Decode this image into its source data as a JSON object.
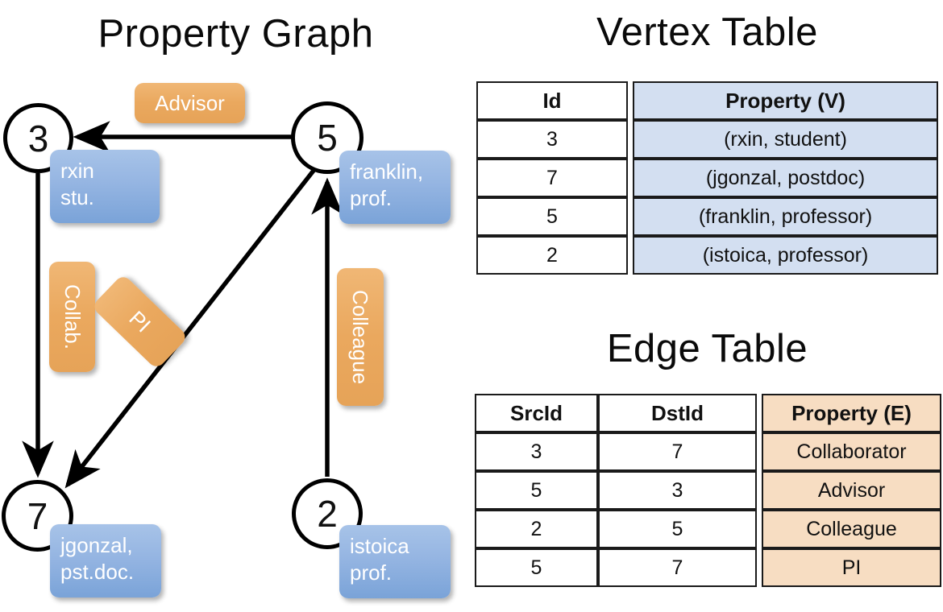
{
  "titles": {
    "property_graph": "Property Graph",
    "vertex_table": "Vertex Table",
    "edge_table": "Edge Table"
  },
  "graph": {
    "nodes": [
      {
        "id": "3",
        "name": "rxin",
        "role": "stu."
      },
      {
        "id": "5",
        "name": "franklin,",
        "role": "prof."
      },
      {
        "id": "7",
        "name": "jgonzal,",
        "role": "pst.doc."
      },
      {
        "id": "2",
        "name": "istoica",
        "role": "prof."
      }
    ],
    "edge_labels": {
      "advisor": "Advisor",
      "collab": "Collab.",
      "pi": "PI",
      "colleague": "Colleague"
    }
  },
  "vertex_table": {
    "headers": [
      "Id",
      "Property (V)"
    ],
    "rows": [
      {
        "id": "3",
        "property": "(rxin, student)"
      },
      {
        "id": "7",
        "property": "(jgonzal, postdoc)"
      },
      {
        "id": "5",
        "property": "(franklin, professor)"
      },
      {
        "id": "2",
        "property": "(istoica, professor)"
      }
    ]
  },
  "edge_table": {
    "headers": [
      "SrcId",
      "DstId",
      "Property (E)"
    ],
    "rows": [
      {
        "src": "3",
        "dst": "7",
        "property": "Collaborator"
      },
      {
        "src": "5",
        "dst": "3",
        "property": "Advisor"
      },
      {
        "src": "2",
        "dst": "5",
        "property": "Colleague"
      },
      {
        "src": "5",
        "dst": "7",
        "property": "PI"
      }
    ]
  },
  "colors": {
    "vertex_box": "#95b5e2",
    "edge_box": "#eaa85e",
    "vertex_table_fill": "#d3dff1",
    "edge_table_fill": "#f7ddc2",
    "stroke": "#000000"
  }
}
